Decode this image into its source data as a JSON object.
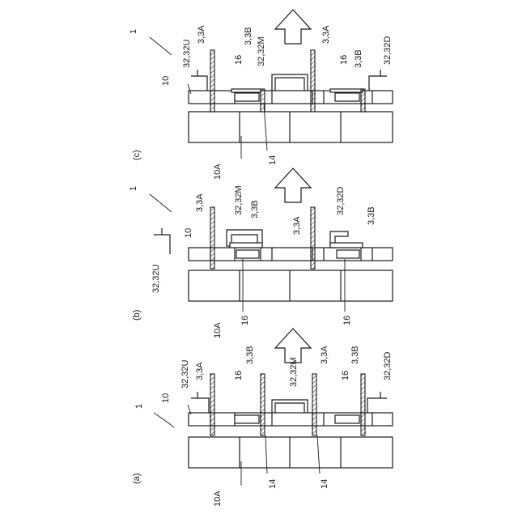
{
  "panels": [
    {
      "id": "a",
      "caption": "(a)",
      "labels": {
        "ref1": "1",
        "ref10": "10",
        "ref10A": "10A",
        "ref14a": "14",
        "ref14b": "14",
        "ref16a": "16",
        "ref16b": "16",
        "u": "32,32U",
        "a1": "3,3A",
        "b1": "3,3B",
        "m": "32,32M",
        "a2": "3,3A",
        "b2": "3,3B",
        "d": "32,32D"
      }
    },
    {
      "id": "b",
      "caption": "(b)",
      "labels": {
        "ref1": "1",
        "ref10": "10",
        "ref10A": "10A",
        "ref16a": "16",
        "ref16b": "16",
        "u": "32,32U",
        "a1": "3,3A",
        "m": "32,32M",
        "b1": "3,3B",
        "a2": "3,3A",
        "d": "32,32D",
        "b2": "3,3B"
      }
    },
    {
      "id": "c",
      "caption": "(c)",
      "labels": {
        "ref1": "1",
        "ref10": "10",
        "ref10A": "10A",
        "ref14": "14",
        "ref16a": "16",
        "ref16b": "16",
        "u": "32,32U",
        "a1": "3,3A",
        "b1": "3,3B",
        "m": "32,32M",
        "a2": "3,3A",
        "b2": "3,3B",
        "d": "32,32D"
      }
    }
  ]
}
